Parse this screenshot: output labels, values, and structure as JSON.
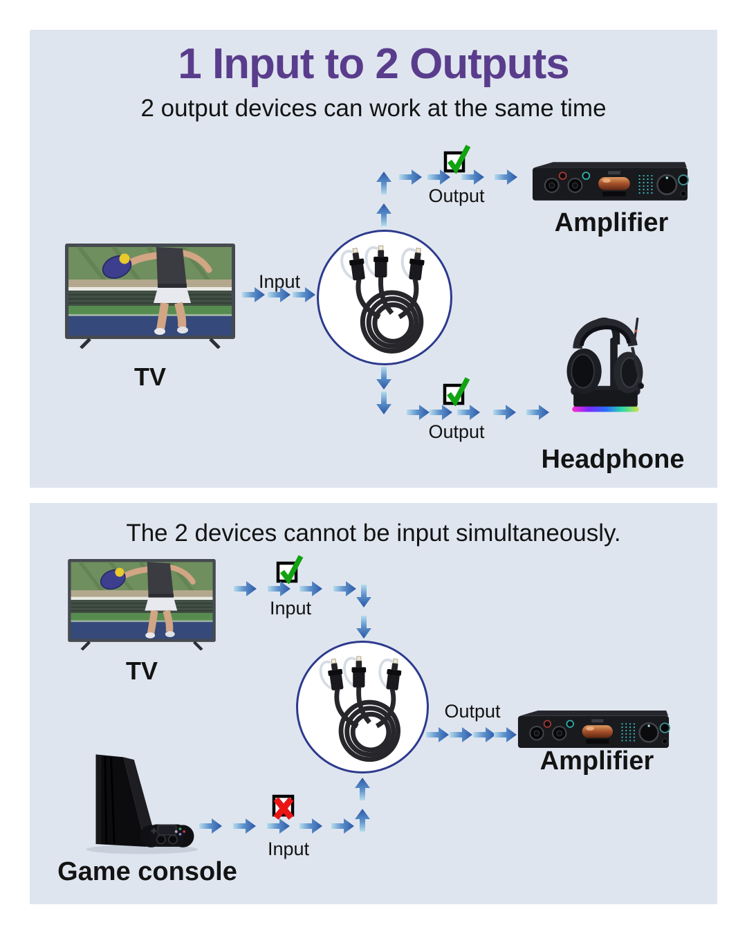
{
  "colors": {
    "page_bg": "#ffffff",
    "panel_bg": "#dfe5ef",
    "title_purple": "#593d8c",
    "text_dark": "#131313",
    "arrow_dark": "#2b57a6",
    "arrow_light": "#aed6e9",
    "check_green": "#12a312",
    "cross_red": "#ea1515",
    "circle_border": "#2c3a8c"
  },
  "section1": {
    "title": "1 Input to 2 Outputs",
    "subtitle": "2 output devices can work at the same time",
    "tv_label": "TV",
    "input_label": "Input",
    "output_top_label": "Output",
    "amplifier_label": "Amplifier",
    "output_bottom_label": "Output",
    "headphone_label": "Headphone"
  },
  "section2": {
    "title": "The 2 devices cannot be input simultaneously.",
    "tv_label": "TV",
    "tv_input_label": "Input",
    "output_label": "Output",
    "amplifier_label": "Amplifier",
    "console_input_label": "Input",
    "console_label": "Game console"
  },
  "icons": {
    "check": "check-icon",
    "cross": "cross-icon",
    "arrow_right": "arrow-right-icon",
    "arrow_up": "arrow-up-icon",
    "arrow_down": "arrow-down-icon",
    "cable": "optical-splitter-cable-image",
    "tv": "tv-image",
    "amplifier": "amplifier-image",
    "headphone": "headphone-image",
    "game_console": "game-console-image"
  }
}
